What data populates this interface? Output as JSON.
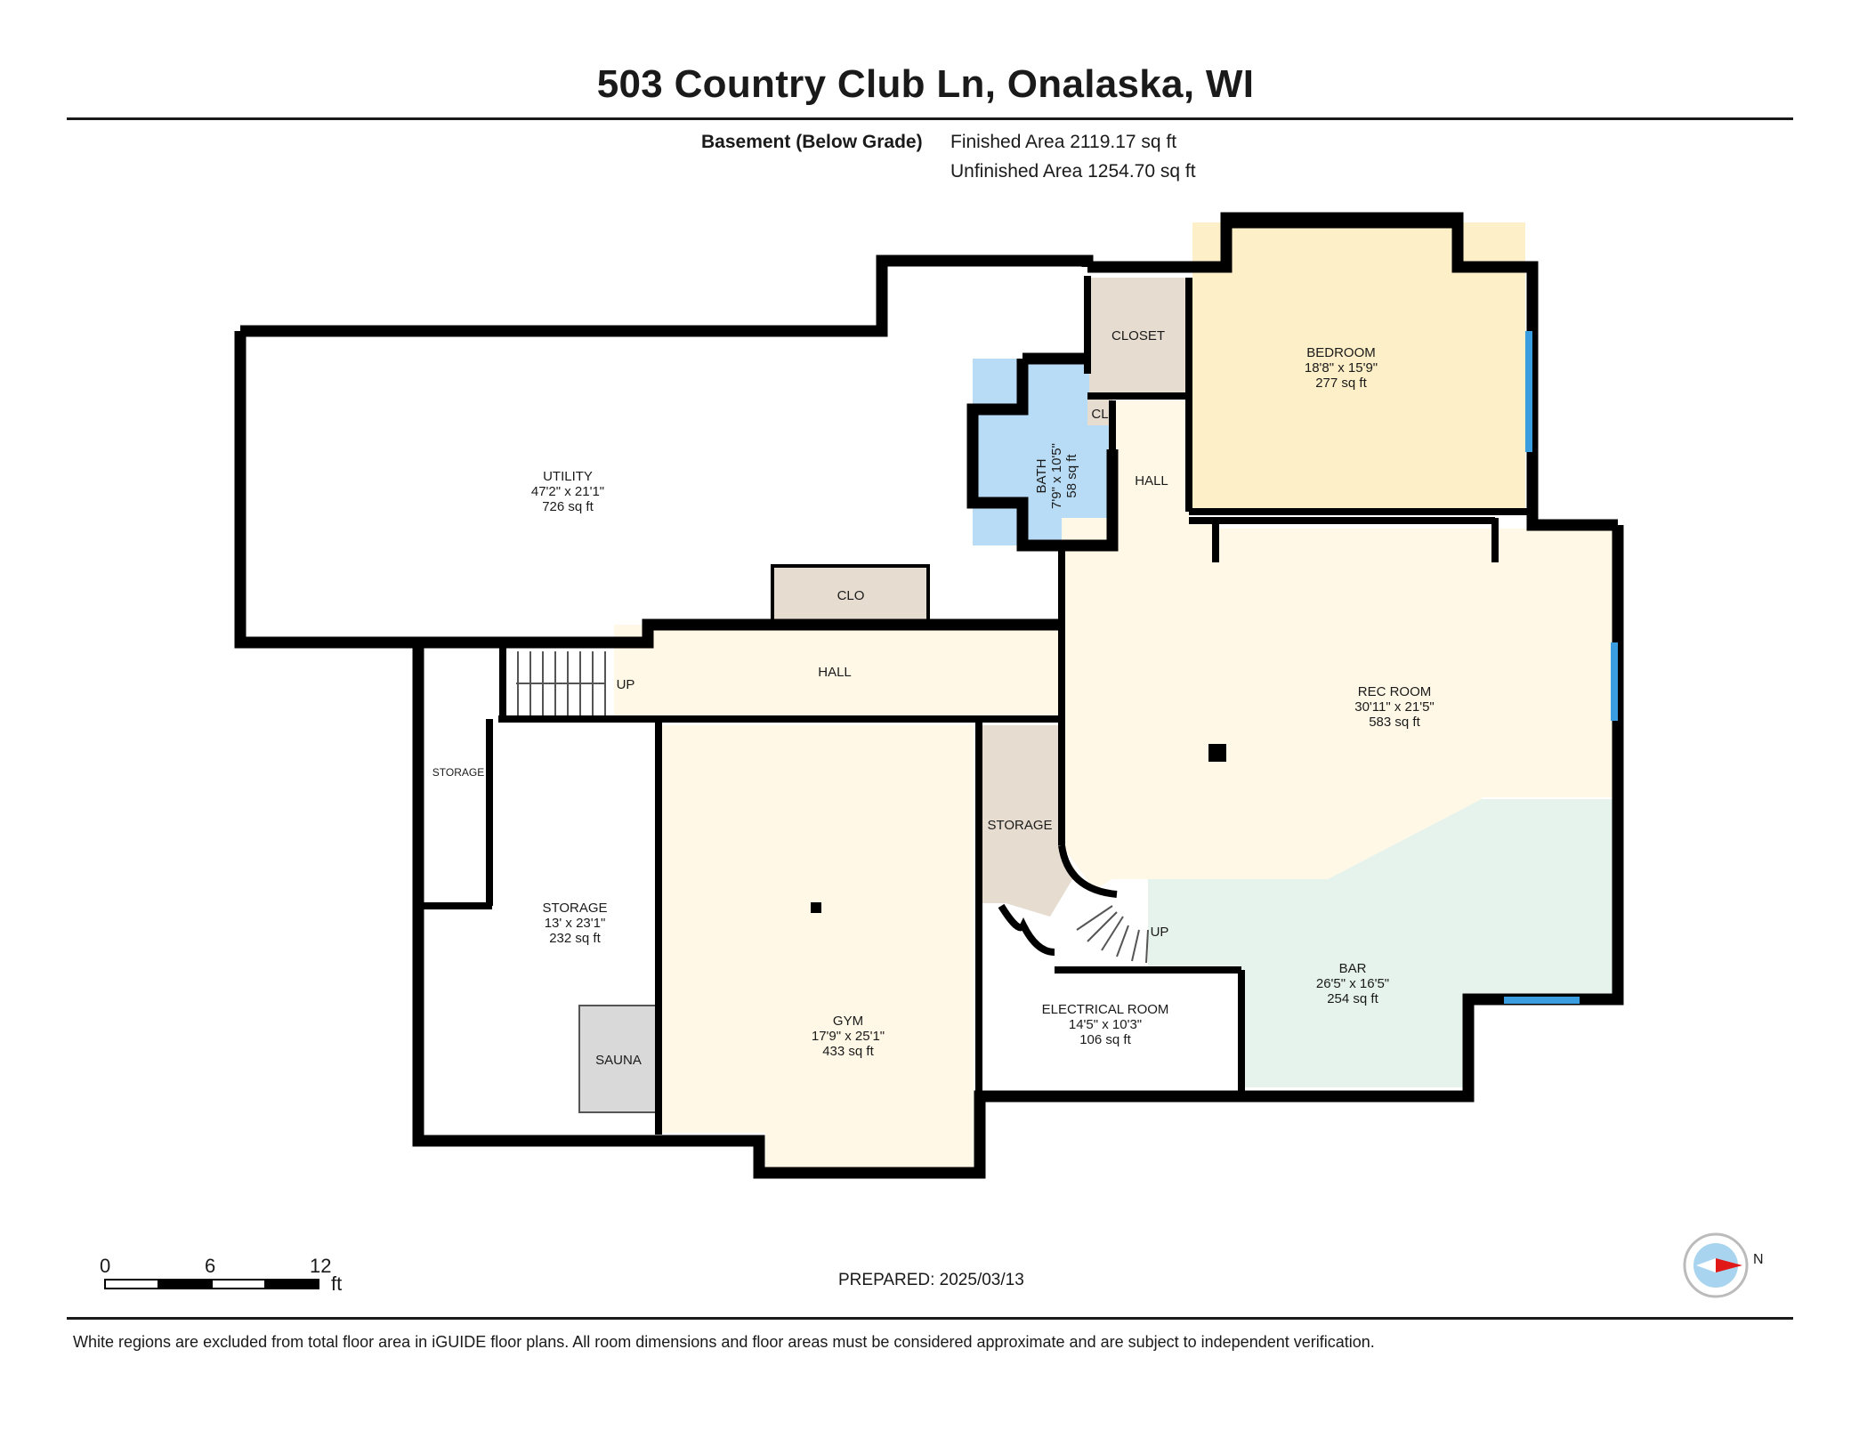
{
  "header": {
    "title": "503 Country Club Ln, Onalaska, WI",
    "floor_name": "Basement (Below Grade)",
    "finished_area": "Finished Area 2119.17 sq ft",
    "unfinished_area": "Unfinished Area 1254.70 sq ft"
  },
  "rooms": {
    "utility": {
      "name": "UTILITY",
      "dims": "47'2\" x 21'1\"",
      "area": "726 sq ft"
    },
    "bath": {
      "name": "BATH",
      "dims": "7'9\" x 10'5\"",
      "area": "58 sq ft"
    },
    "closet": {
      "name": "CLOSET"
    },
    "cl": {
      "name": "CL"
    },
    "bedroom": {
      "name": "BEDROOM",
      "dims": "18'8\" x 15'9\"",
      "area": "277 sq ft"
    },
    "hall_upper": {
      "name": "HALL"
    },
    "clo": {
      "name": "CLO"
    },
    "hall_main": {
      "name": "HALL"
    },
    "stairs_up_1": {
      "name": "UP"
    },
    "rec_room": {
      "name": "REC ROOM",
      "dims": "30'11\" x 21'5\"",
      "area": "583 sq ft"
    },
    "storage_small": {
      "name": "STORAGE"
    },
    "storage_main": {
      "name": "STORAGE",
      "dims": "13' x 23'1\"",
      "area": "232 sq ft"
    },
    "sauna": {
      "name": "SAUNA"
    },
    "gym": {
      "name": "GYM",
      "dims": "17'9\" x 25'1\"",
      "area": "433 sq ft"
    },
    "storage_mid": {
      "name": "STORAGE"
    },
    "stairs_up_2": {
      "name": "UP"
    },
    "electrical": {
      "name": "ELECTRICAL ROOM",
      "dims": "14'5\" x 10'3\"",
      "area": "106 sq ft"
    },
    "bar": {
      "name": "BAR",
      "dims": "26'5\" x 16'5\"",
      "area": "254 sq ft"
    }
  },
  "scale": {
    "t0": "0",
    "t1": "6",
    "t2": "12",
    "unit": "ft"
  },
  "compass": {
    "label": "N"
  },
  "footer": {
    "prepared": "PREPARED: 2025/03/13",
    "disclaimer": "White regions are excluded from total floor area in iGUIDE floor plans. All room dimensions and floor areas must be considered approximate and are subject to independent verification."
  },
  "colors": {
    "wall": "#000000",
    "bedroom_fill": "#fdf0c8",
    "bath_fill": "#b8dcf5",
    "closet_fill": "#e6ddd0",
    "living_fill": "#fff8e6",
    "bar_fill": "#e6f3ec",
    "sauna_fill": "#d9d9d9",
    "window": "#3a9de0"
  }
}
